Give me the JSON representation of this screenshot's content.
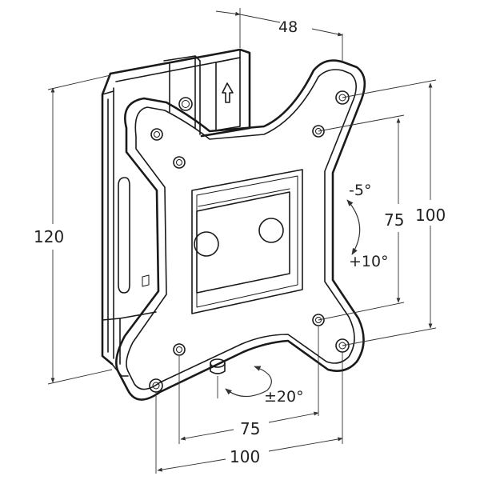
{
  "dimensions": {
    "depth": "48",
    "height": "120",
    "vesa_vertical_small": "75",
    "vesa_vertical_large": "100",
    "vesa_horizontal_small": "75",
    "vesa_horizontal_large": "100"
  },
  "tilt": {
    "up": "-5°",
    "down": "+10°"
  },
  "swivel": {
    "range": "±20°"
  }
}
